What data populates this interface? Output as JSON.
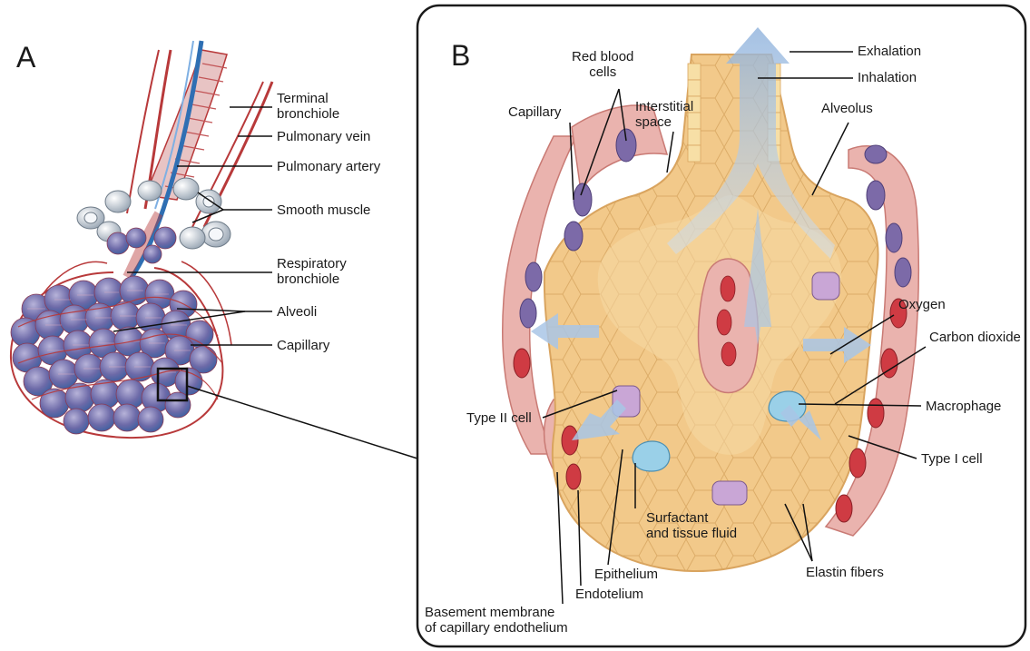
{
  "panels": {
    "a": "A",
    "b": "B"
  },
  "panel_a_labels": {
    "terminal_bronchiole": "Terminal\nbronchiole",
    "pulmonary_vein": "Pulmonary vein",
    "pulmonary_artery": "Pulmonary artery",
    "smooth_muscle": "Smooth muscle",
    "respiratory_bronchiole": "Respiratory\nbronchiole",
    "alveoli": "Alveoli",
    "capillary": "Capillary"
  },
  "panel_b_labels": {
    "red_blood_cells": "Red blood\ncells",
    "exhalation": "Exhalation",
    "inhalation": "Inhalation",
    "capillary": "Capillary",
    "interstitial_space": "Interstitial\nspace",
    "alveolus": "Alveolus",
    "oxygen": "Oxygen",
    "carbon_dioxide": "Carbon dioxide",
    "type_ii_cell": "Type II cell",
    "macrophage": "Macrophage",
    "type_i_cell": "Type I cell",
    "surfactant": "Surfactant\nand tissue fluid",
    "epithelium": "Epithelium",
    "endotelium": "Endotelium",
    "elastin_fibers": "Elastin fibers",
    "basement_membrane": "Basement membrane\nof capillary endothelium"
  },
  "colors": {
    "vessel_red": "#b8393a",
    "artery_blue": "#2f6fb3",
    "tissue": "#f2c98a",
    "tissue_dark": "#d9a45f",
    "capillary_pink": "#eab3ae",
    "rbc": "#cf3b43",
    "rbc_purple": "#7c6aa8",
    "air_arrow": "#a9c6e6",
    "frame": "#1a1a1a"
  }
}
